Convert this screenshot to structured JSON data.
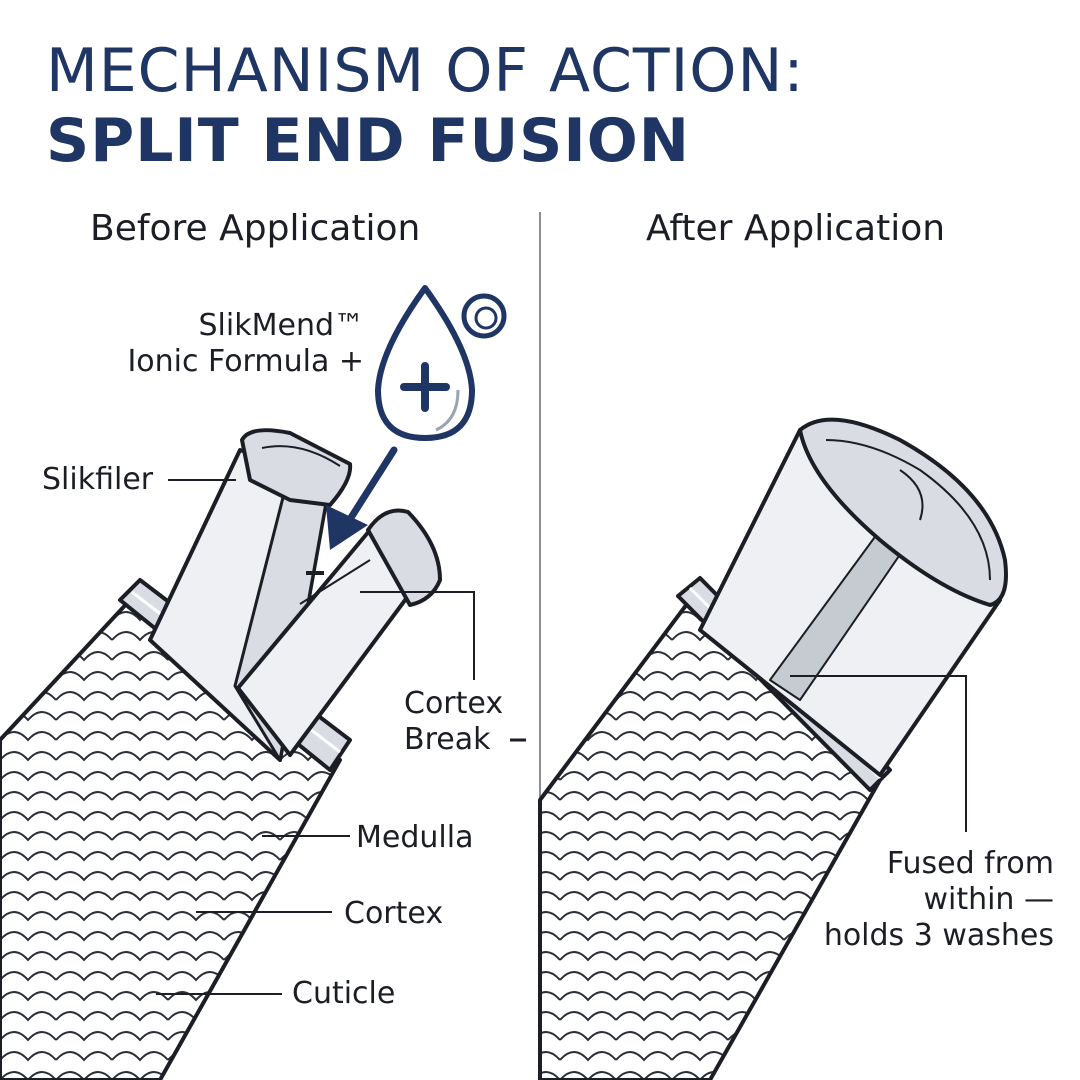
{
  "title": {
    "line1": "MECHANISM OF ACTION:",
    "line2": "SPLIT END FUSION"
  },
  "panels": {
    "before": {
      "heading": "Before Application"
    },
    "after": {
      "heading": "After Application"
    }
  },
  "labels": {
    "formula_line1": "SlikMend™",
    "formula_line2": "Ionic Formula +",
    "slikfiler": "Slikfiler",
    "cortex_break_line1": "Cortex",
    "cortex_break_line2": "Break",
    "medulla": "Medulla",
    "cortex": "Cortex",
    "cuticle": "Cuticle",
    "fused_line1": "Fused from",
    "fused_line2": "within —",
    "fused_line3": "holds 3 washes"
  },
  "icons": {
    "drop": "droplet-plus-icon",
    "ring": "ring-icon",
    "arrow": "arrow-down-left-icon"
  },
  "colors": {
    "navy": "#1f3563",
    "ink": "#1b1e24",
    "fill_light": "#eef0f3",
    "fill_mid": "#d9dde3",
    "fill_dark": "#c6cbd2"
  }
}
